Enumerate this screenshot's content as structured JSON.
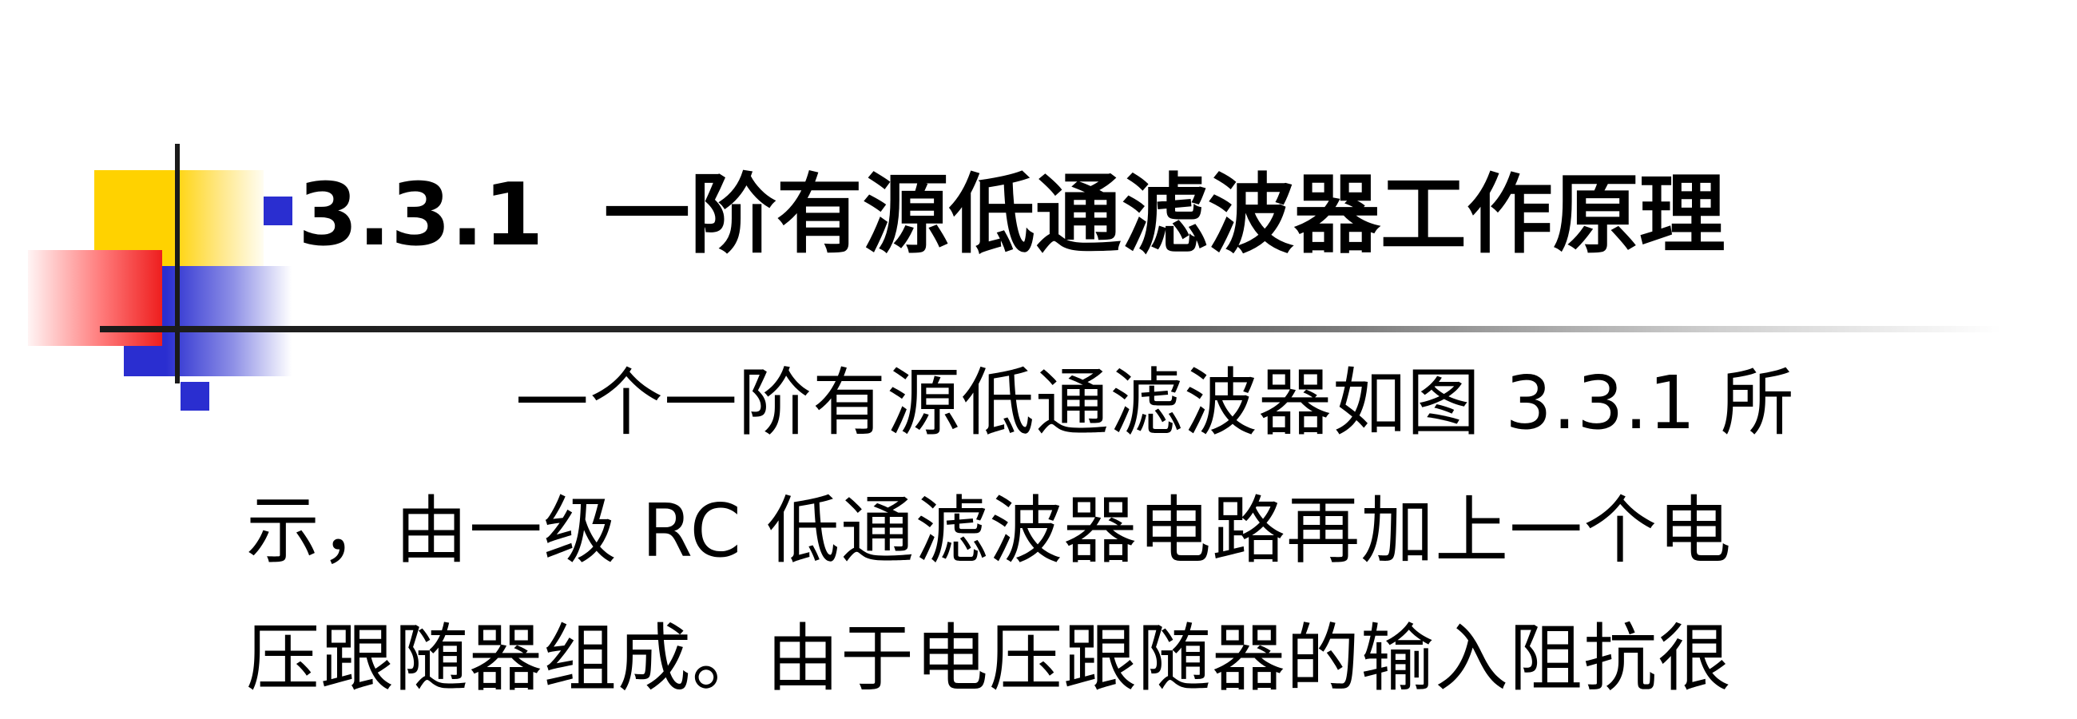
{
  "slide": {
    "title": "3.3.1  一阶有源低通滤波器工作原理",
    "body_lines": [
      "一个一阶有源低通滤波器如图 3.3.1 所",
      "示，由一级 RC 低通滤波器电路再加上一个电",
      "压跟随器组成。由于电压跟随器的输入阻抗很"
    ]
  },
  "colors": {
    "accent_blue": "#2a2ed0",
    "accent_yellow": "#ffd200",
    "accent_red": "#ee1e1e",
    "text": "#000000"
  },
  "icons": {
    "title_bullet": "square-bullet-icon"
  }
}
